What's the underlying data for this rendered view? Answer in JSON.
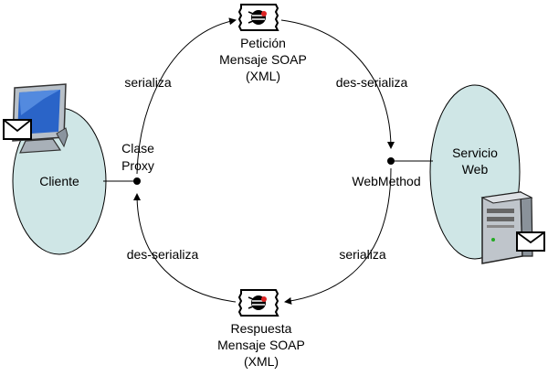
{
  "nodes": {
    "client": {
      "label": "Cliente"
    },
    "service": {
      "label_line1": "Servicio",
      "label_line2": "Web"
    },
    "proxy": {
      "label_line1": "Clase",
      "label_line2": "Proxy"
    },
    "webmethod": {
      "label": "WebMethod"
    }
  },
  "messages": {
    "request": {
      "line1": "Petición",
      "line2": "Mensaje SOAP",
      "line3": "(XML)"
    },
    "response": {
      "line1": "Respuesta",
      "line2": "Mensaje SOAP",
      "line3": "(XML)"
    }
  },
  "edges": {
    "top_left": "serializa",
    "top_right": "des-serializa",
    "bottom_left": "des-serializa",
    "bottom_right": "serializa"
  },
  "colors": {
    "ellipse_fill": "#cfe6e6",
    "stroke": "#000000",
    "envelope_bg": "#ffffff"
  },
  "icons": [
    "monitor-icon",
    "envelope-icon",
    "server-icon",
    "soap-envelope-icon"
  ]
}
